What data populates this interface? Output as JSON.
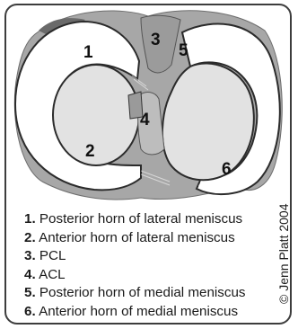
{
  "diagram": {
    "labels": [
      {
        "id": "posterior-horn-lateral",
        "text": "1"
      },
      {
        "id": "anterior-horn-lateral",
        "text": "2"
      },
      {
        "id": "pcl",
        "text": "3"
      },
      {
        "id": "acl",
        "text": "4"
      },
      {
        "id": "posterior-horn-medial",
        "text": "5"
      },
      {
        "id": "anterior-horn-medial",
        "text": "6"
      }
    ],
    "colors": {
      "tissue": "#a7a7a7",
      "meniscus": "#ffffff",
      "outline": "#2b2b2b",
      "plateau": "#e2e2e2",
      "ligament": "#bdbdbd"
    }
  },
  "legend": [
    {
      "num": "1.",
      "text": "Posterior horn of lateral meniscus"
    },
    {
      "num": "2.",
      "text": "Anterior horn of lateral meniscus"
    },
    {
      "num": "3.",
      "text": "PCL"
    },
    {
      "num": "4.",
      "text": "ACL"
    },
    {
      "num": "5.",
      "text": "Posterior horn of medial meniscus"
    },
    {
      "num": "6.",
      "text": "Anterior horn of medial meniscus"
    }
  ],
  "credit": "© Jenn Platt 2004"
}
